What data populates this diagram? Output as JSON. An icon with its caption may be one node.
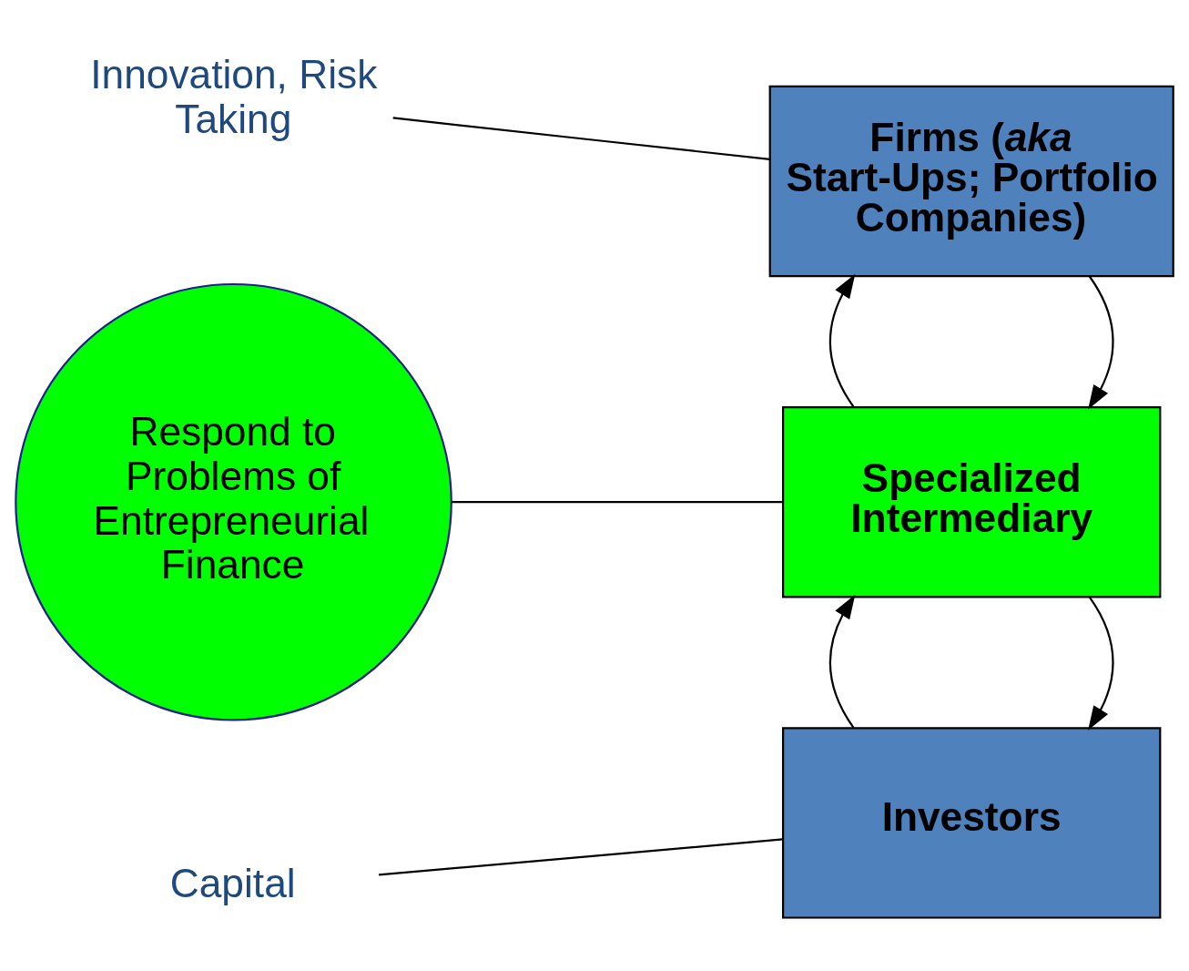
{
  "diagram": {
    "nodes": [
      {
        "text": [
          "Capital"
        ]
      },
      {
        "text": [
          "Investors"
        ]
      },
      {
        "text": [
          "Respond to Problems of Entrepreneurial Finance"
        ]
      },
      {
        "text": [
          "Specialized Intermediary"
        ]
      },
      {
        "text": [
          "Innovation, Risk Taking"
        ]
      },
      {
        "text": [
          "Firms (*aka* Start-Ups; Portfolio Companies)"
        ]
      }
    ],
    "edges": [
      {
        "from": 0,
        "to": 1,
        "arrow": "none"
      },
      {
        "from": 3,
        "to": 1,
        "arrow": "to"
      },
      {
        "from": 1,
        "to": 3,
        "arrow": "to"
      },
      {
        "from": 2,
        "to": 3,
        "arrow": "none"
      },
      {
        "from": 5,
        "to": 3,
        "arrow": "to"
      },
      {
        "from": 3,
        "to": 5,
        "arrow": "to"
      },
      {
        "from": 4,
        "to": 5,
        "arrow": "none"
      }
    ]
  }
}
